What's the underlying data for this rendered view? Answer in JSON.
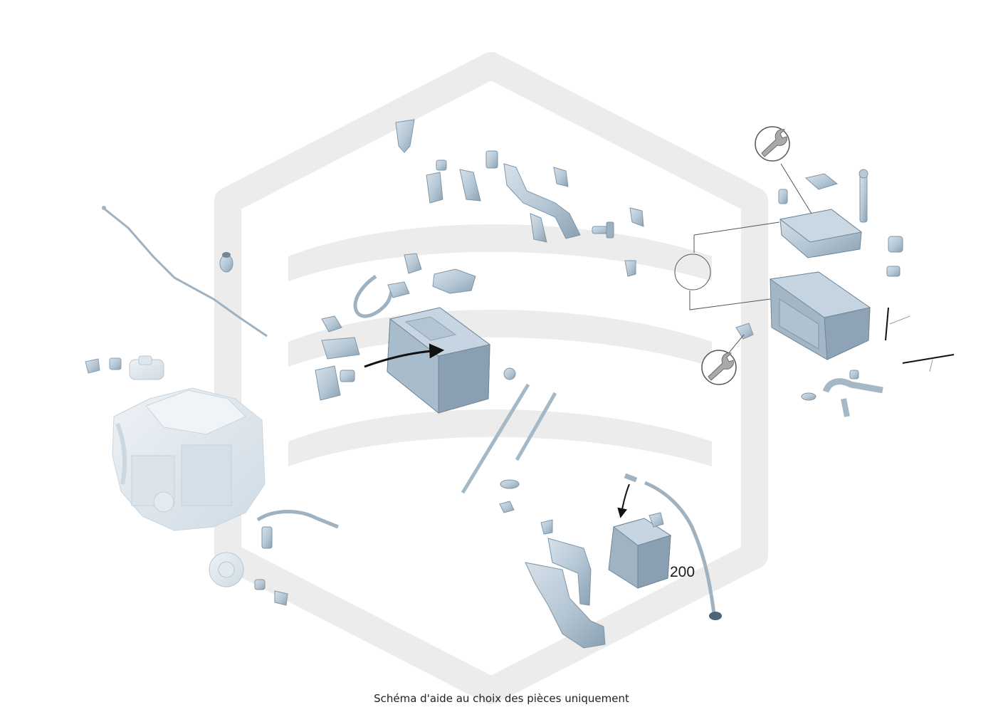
{
  "diagram": {
    "caption": "Schéma d'aide au choix des pièces uniquement",
    "callouts": [
      {
        "id": "200",
        "label": "200"
      }
    ],
    "icons": [
      "wrench-icon",
      "wrench-icon"
    ],
    "colors": {
      "part_fill": "#b9c9d6",
      "part_shadow": "#8ea3b4",
      "part_highlight": "#dbe5ec",
      "watermark": "#ededed",
      "leader_line": "#555555"
    }
  }
}
